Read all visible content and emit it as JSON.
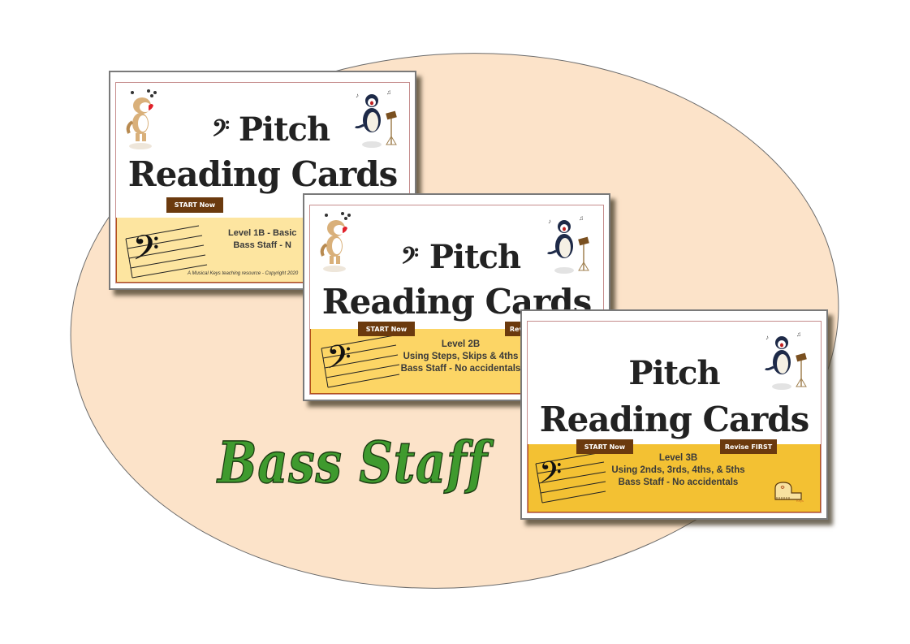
{
  "colors": {
    "page_background": "#ffffff",
    "ellipse_fill": "#fce3c9",
    "ellipse_outline": "#6b6b6b",
    "button_fill": "#6b3a0e",
    "heading_text": "#3f9a2e",
    "card1_footer": "#fde5a0",
    "card2_footer": "#fcd565",
    "card3_footer": "#f3c133"
  },
  "heading": {
    "text": "Bass Staff"
  },
  "cards": [
    {
      "title_line1": "Pitch",
      "title_line2": "Reading Cards",
      "clef_symbol": "𝄢",
      "start_button": "START Now",
      "level_lines": [
        "Level 1B - Basic",
        "Bass Staff - N"
      ],
      "copyright": "A Musical Keys teaching resource - Copyright 2020"
    },
    {
      "title_line1": "Pitch",
      "title_line2": "Reading Cards",
      "clef_symbol": "𝄢",
      "start_button": "START Now",
      "revise_button": "Revise FIRST",
      "level_lines": [
        "Level 2B",
        "Using Steps, Skips & 4ths",
        "Bass Staff - No accidentals"
      ]
    },
    {
      "title_line1": "Pitch",
      "title_line2": "Reading Cards",
      "start_button": "START Now",
      "revise_button": "Revise FIRST",
      "level_lines": [
        "Level 3B",
        "Using 2nds,  3rds,  4ths,  & 5ths",
        "Bass Staff - No accidentals"
      ]
    }
  ],
  "icons": {
    "bass_clef": "bass-clef-icon",
    "dog_mascot": "singing-dog-icon",
    "cat_mascot": "singing-cat-icon",
    "piano_logo": "musical-keys-piano-logo-icon"
  }
}
